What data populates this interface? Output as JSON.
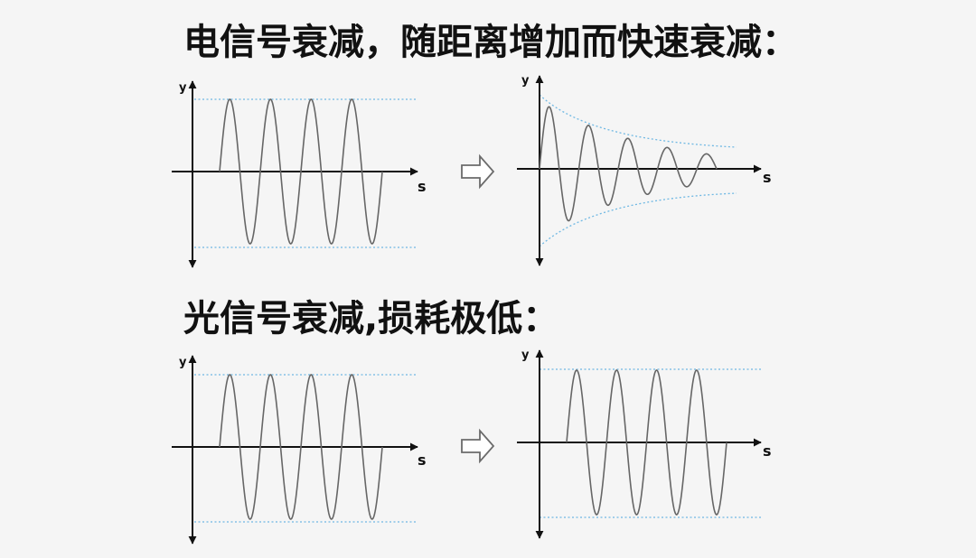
{
  "sections": {
    "electrical": {
      "title": "电信号衰减，随距离增加而快速衰减："
    },
    "optical": {
      "title": "光信号衰减,损耗极低："
    }
  },
  "axes": {
    "y_label": "y",
    "x_label": "s"
  },
  "colors": {
    "wave": "#666666",
    "axis": "#111111",
    "guide": "#6fb8e3",
    "arrow_outline": "#6b6b6b",
    "background": "#f5f5f5"
  },
  "icons": {
    "transition": "hollow-right-arrow-icon"
  },
  "panels": [
    {
      "id": "electrical-input",
      "signal": "sine",
      "cycles": 4,
      "amplitude": 1.0,
      "decay": "none"
    },
    {
      "id": "electrical-output",
      "signal": "damped-sine",
      "cycles": 4.5,
      "amplitude": 1.0,
      "decay": "exponential"
    },
    {
      "id": "optical-input",
      "signal": "sine",
      "cycles": 4,
      "amplitude": 1.0,
      "decay": "none"
    },
    {
      "id": "optical-output",
      "signal": "sine",
      "cycles": 4,
      "amplitude": 1.0,
      "decay": "none"
    }
  ]
}
